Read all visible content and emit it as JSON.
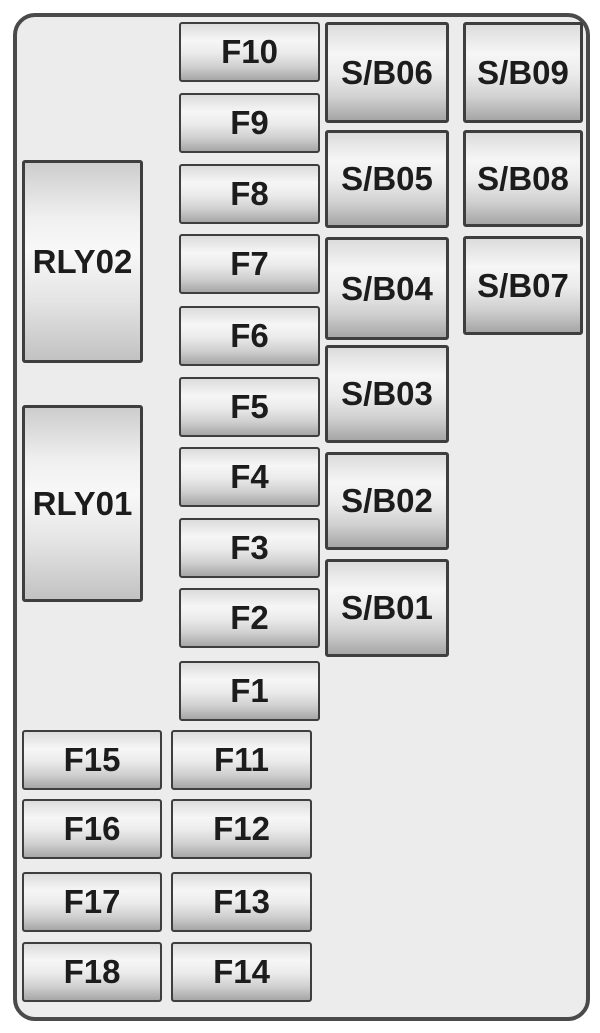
{
  "columns": {
    "relays": [
      "RLY02",
      "RLY01"
    ],
    "main_fuses": [
      "F10",
      "F9",
      "F8",
      "F7",
      "F6",
      "F5",
      "F4",
      "F3",
      "F2",
      "F1"
    ],
    "sb_mid": [
      "S/B06",
      "S/B05",
      "S/B04",
      "S/B03",
      "S/B02",
      "S/B01"
    ],
    "sb_right": [
      "S/B09",
      "S/B08",
      "S/B07"
    ],
    "bottom_left_fuses": [
      "F15",
      "F16",
      "F17",
      "F18"
    ],
    "bottom_mid_fuses": [
      "F11",
      "F12",
      "F13",
      "F14"
    ]
  },
  "colors": {
    "page_bg": "#ffffff",
    "panel_bg": "#ececec",
    "panel_border": "#4a4a4a",
    "box_border": "#3e3e3e",
    "box_gradient_top": "#dcdcdc",
    "box_gradient_highlight": "#f6f6f6",
    "box_gradient_bottom": "#a6a6a6",
    "label_text": "#1c1c1c"
  }
}
